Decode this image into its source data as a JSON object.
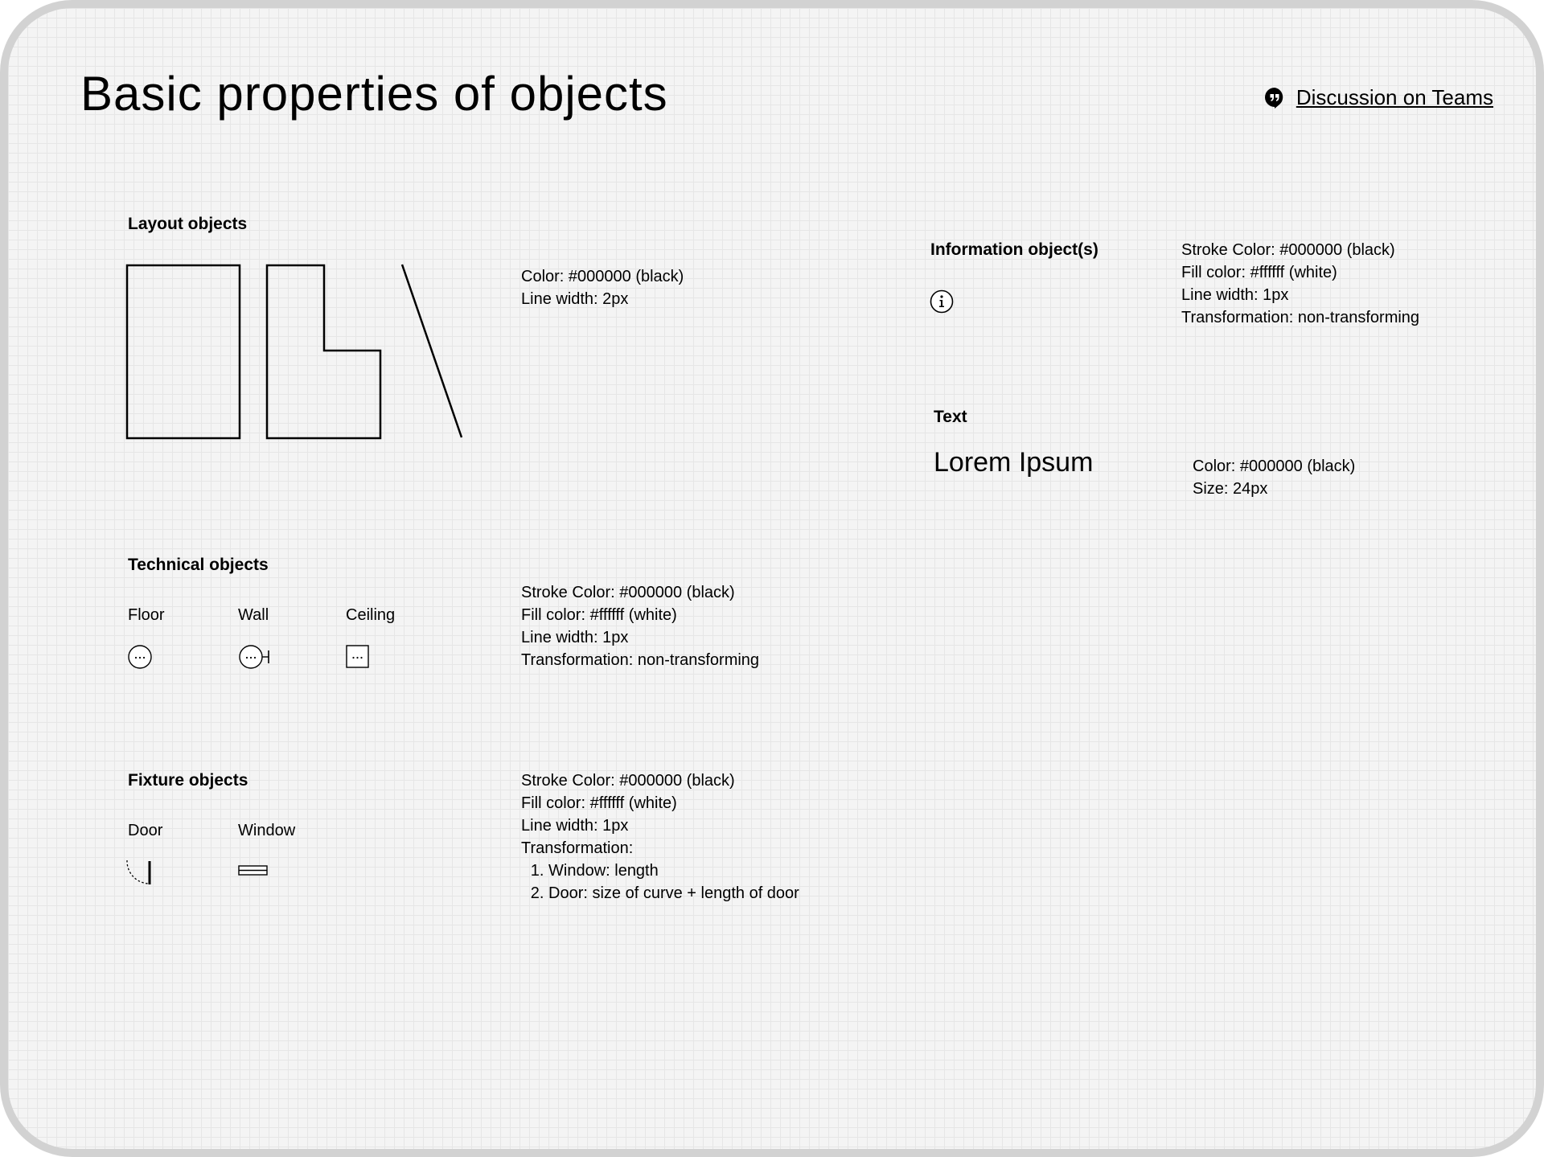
{
  "page": {
    "title": "Basic properties of objects",
    "link_label": "Discussion on Teams",
    "link_icon": "chat-quote-icon"
  },
  "layout_objects": {
    "title": "Layout objects",
    "properties": [
      "Color: #000000 (black)",
      "Line width: 2px"
    ]
  },
  "information_objects": {
    "title": "Information object(s)",
    "icon": "info-icon",
    "properties": [
      "Stroke Color: #000000 (black)",
      "Fill color: #ffffff (white)",
      "Line width: 1px",
      "Transformation: non-transforming"
    ]
  },
  "text_objects": {
    "title": "Text",
    "sample": "Lorem Ipsum",
    "properties": [
      "Color: #000000 (black)",
      "Size: 24px"
    ]
  },
  "technical_objects": {
    "title": "Technical objects",
    "items": [
      {
        "label": "Floor",
        "icon": "floor-symbol-icon"
      },
      {
        "label": "Wall",
        "icon": "wall-symbol-icon"
      },
      {
        "label": "Ceiling",
        "icon": "ceiling-symbol-icon"
      }
    ],
    "properties": [
      "Stroke Color: #000000 (black)",
      "Fill color: #ffffff (white)",
      "Line width: 1px",
      "Transformation: non-transforming"
    ]
  },
  "fixture_objects": {
    "title": "Fixture objects",
    "items": [
      {
        "label": "Door",
        "icon": "door-symbol-icon"
      },
      {
        "label": "Window",
        "icon": "window-symbol-icon"
      }
    ],
    "properties": [
      "Stroke Color: #000000 (black)",
      "Fill color: #ffffff (white)",
      "Line width: 1px",
      "Transformation:"
    ],
    "transformations": [
      "Window: length",
      "Door: size of curve + length of door"
    ]
  },
  "colors": {
    "stroke": "#000000",
    "fill": "#ffffff",
    "grid_background": "#f4f4f4",
    "frame_border": "#d2d2d2"
  }
}
